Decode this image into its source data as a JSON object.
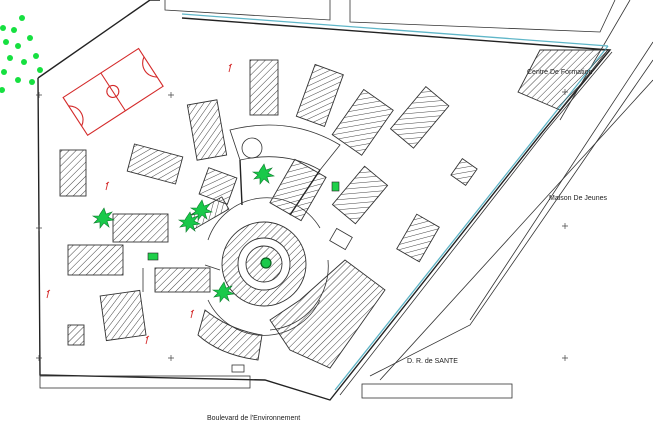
{
  "labels": {
    "centre_formation": "Centre De Formation",
    "maison_jeunes": "Maison De Jeunes",
    "dr_sante": "D. R. de SANTE",
    "boulevard": "Boulevard de l'Environnement"
  },
  "colors": {
    "court": "#d42a2a",
    "tree": "#19c94a",
    "water_edge": "#5fb6c8",
    "hatch": "#444444"
  }
}
